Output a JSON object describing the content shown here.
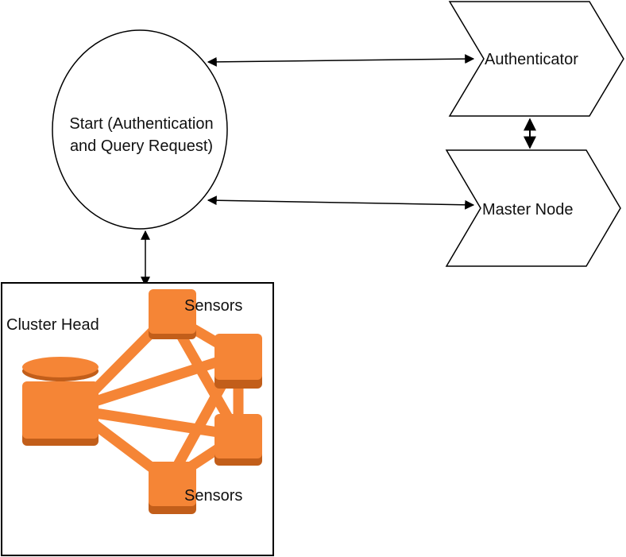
{
  "nodes": {
    "start": {
      "line1": "Start (Authentication",
      "line2": "and Query Request)"
    },
    "authenticator": {
      "label": "Authenticator"
    },
    "master_node": {
      "label": "Master Node"
    },
    "cluster": {
      "title": "Cluster Head",
      "sensors_top": "Sensors",
      "sensors_bottom": "Sensors"
    }
  },
  "colors": {
    "stroke": "#000000",
    "sensor_orange": "#F58536",
    "sensor_shadow": "#C25E1A"
  },
  "icons": {
    "cluster": "orange-sensor-network-icon"
  }
}
